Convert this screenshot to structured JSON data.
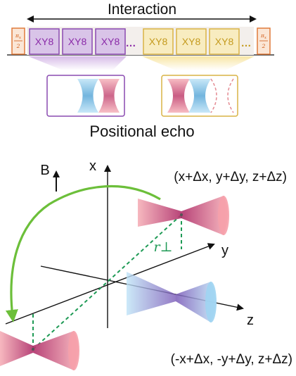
{
  "sequence": {
    "title": "Interaction",
    "pulse_fraction": {
      "num": "π",
      "sub": "x",
      "den": "2"
    },
    "block_label": "XY8",
    "ellipsis": "…",
    "colors": {
      "purple_fill": "#d9c4e8",
      "purple_stroke": "#8a4ab0",
      "purple_text": "#8a2aa8",
      "yellow_fill": "#f8ecc0",
      "yellow_stroke": "#d9b345",
      "yellow_text": "#c49a1d",
      "orange_stroke": "#e07a3a",
      "orange_fill": "#fbe6d6"
    }
  },
  "echo": {
    "caption": "Positional echo"
  },
  "diagram": {
    "field_label": "B",
    "axes": {
      "x": "x",
      "y": "y",
      "z": "z"
    },
    "coord_upper": "(x+Δx, y+Δy, z+Δz)",
    "coord_lower": "(-x+Δx, -y+Δy, z+Δz)",
    "r_perp": "r⊥",
    "colors": {
      "arrow_green": "#6cbf3a",
      "dashed_green": "#1e9a55",
      "beam_red": "#f07a86",
      "beam_blue": "#7fc8ee"
    }
  }
}
